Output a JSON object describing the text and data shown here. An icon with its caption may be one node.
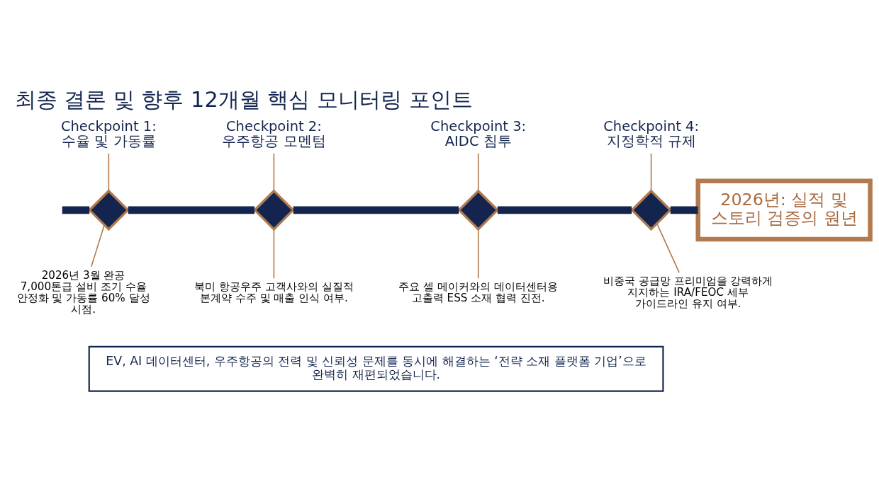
{
  "diagram": {
    "title": "최종 결론 및 향후 12개월 핵심 모니터링 포인트",
    "nodes": [
      {
        "text": [
          "Checkpoint 1:",
          "수율 및 가동률"
        ]
      },
      {
        "text": [
          "Checkpoint 2:",
          "우주항공 모멘텀"
        ]
      },
      {
        "text": [
          "Checkpoint 3:",
          "AIDC 침투"
        ]
      },
      {
        "text": [
          "Checkpoint 4:",
          "지정학적 규제"
        ]
      },
      {
        "text": [],
        "shape": "diamond"
      },
      {
        "text": [],
        "shape": "diamond"
      },
      {
        "text": [],
        "shape": "diamond"
      },
      {
        "text": [],
        "shape": "diamond"
      },
      {
        "text": [
          "2026년: 실적 및 스토리 검증의 원년"
        ]
      },
      {
        "text": [
          "2026년 3월 완공 7,000톤급 설비 조기 수율 안정화 및 가동률 60% 달성 시점."
        ]
      },
      {
        "text": [
          "북미 항공우주 고객사와의 실질적 본계약 수주 및 매출 인식 여부."
        ]
      },
      {
        "text": [
          "주요 셀 메이커와의 데이터센터용 고출력 ESS 소재 협력 진전."
        ]
      },
      {
        "text": [
          "비중국 공급망 프리미엄을 강력하게 지지하는 IRA/FEOC 세부 가이드라인 유지 여부."
        ]
      },
      {
        "text": [
          "EV, AI 데이터센터, 우주항공의 전력 및 신뢰성 문제를 동시에 해결하는 ‘전략 소재 플랫폼 기업’으로 완벽히 재편되었습니다."
        ]
      }
    ],
    "edges": [
      {
        "from": null,
        "to": 4,
        "arrow": "none",
        "style": "thick",
        "color": "#13254f"
      },
      {
        "from": 4,
        "to": 5,
        "arrow": "none",
        "style": "thick",
        "color": "#13254f"
      },
      {
        "from": 5,
        "to": 6,
        "arrow": "none",
        "style": "thick",
        "color": "#13254f"
      },
      {
        "from": 6,
        "to": 7,
        "arrow": "none",
        "style": "thick",
        "color": "#13254f"
      },
      {
        "from": 7,
        "to": 8,
        "arrow": "none",
        "style": "thick",
        "color": "#13254f"
      },
      {
        "from": 0,
        "to": 4,
        "arrow": "none"
      },
      {
        "from": 1,
        "to": 5,
        "arrow": "none"
      },
      {
        "from": 2,
        "to": 6,
        "arrow": "none"
      },
      {
        "from": 3,
        "to": 7,
        "arrow": "none"
      },
      {
        "from": 4,
        "to": 9,
        "arrow": "none"
      },
      {
        "from": 5,
        "to": 10,
        "arrow": "none"
      },
      {
        "from": 6,
        "to": 11,
        "arrow": "none"
      },
      {
        "from": 7,
        "to": 12,
        "arrow": "none"
      }
    ]
  }
}
